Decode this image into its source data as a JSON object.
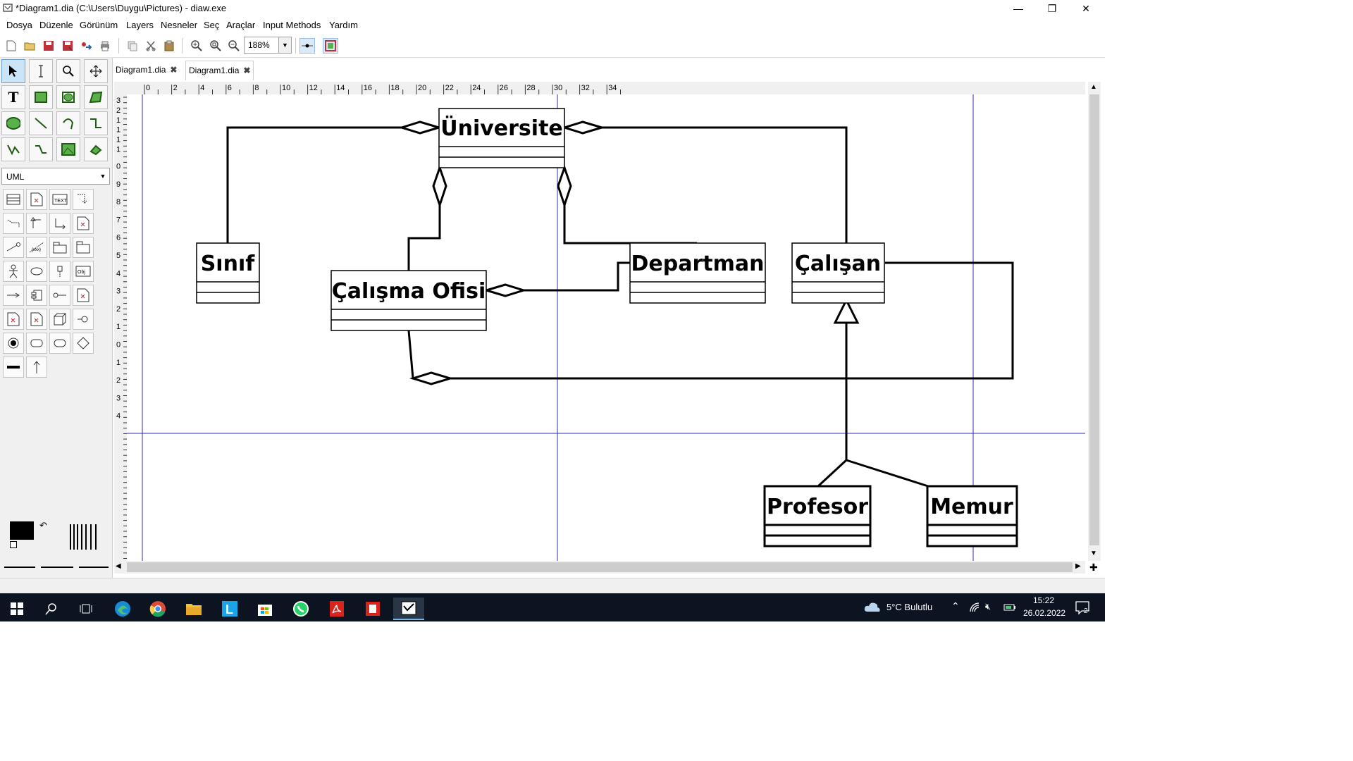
{
  "window": {
    "title": "*Diagram1.dia (C:\\Users\\Duygu\\Pictures) - diaw.exe"
  },
  "menu": [
    "Dosya",
    "Düzenle",
    "Görünüm",
    "Layers",
    "Nesneler",
    "Seç",
    "Araçlar",
    "Input Methods",
    "Yardım"
  ],
  "toolbar": {
    "zoom_value": "188%"
  },
  "sheet_selector": {
    "value": "UML"
  },
  "tabs": [
    {
      "label": "Diagram1.dia",
      "active": false
    },
    {
      "label": "Diagram1.dia",
      "active": true
    }
  ],
  "ruler": {
    "top_ticks": [
      "0",
      "2",
      "4",
      "6",
      "8",
      "10",
      "12",
      "14",
      "16",
      "18",
      "20",
      "22",
      "24",
      "26",
      "28",
      "30",
      "32",
      "34"
    ],
    "left_ticks": [
      "3",
      "2",
      "1",
      "1",
      "1",
      "1",
      "0",
      "9",
      "8",
      "7",
      "6",
      "5",
      "4",
      "3",
      "2",
      "1",
      "0",
      "1",
      "2",
      "3",
      "4"
    ]
  },
  "diagram": {
    "classes": {
      "universite": "Üniversite",
      "sinif": "Sınıf",
      "calisma_ofisi": "Çalışma Ofisi",
      "departman": "Departman",
      "calisan": "Çalışan",
      "profesor": "Profesor",
      "memur": "Memur"
    }
  },
  "taskbar": {
    "weather": "5°C  Bulutlu",
    "time": "15:22",
    "date": "26.02.2022",
    "notification_count": "2"
  },
  "colors": {
    "guide": "#2b2bb0",
    "selection": "#cce4f7",
    "taskbar": "#0b1420"
  }
}
